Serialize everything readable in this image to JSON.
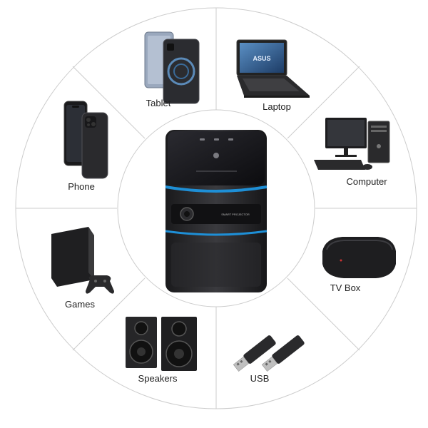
{
  "devices": [
    {
      "id": "tablet",
      "label": "Tablet",
      "icon": "tablet-icon"
    },
    {
      "id": "laptop",
      "label": "Laptop",
      "icon": "laptop-icon"
    },
    {
      "id": "computer",
      "label": "Computer",
      "icon": "desktop-computer-icon"
    },
    {
      "id": "tvbox",
      "label": "TV Box",
      "icon": "tv-box-icon"
    },
    {
      "id": "usb",
      "label": "USB",
      "icon": "usb-drive-icon"
    },
    {
      "id": "speakers",
      "label": "Speakers",
      "icon": "speaker-icon"
    },
    {
      "id": "games",
      "label": "Games",
      "icon": "game-console-icon"
    },
    {
      "id": "phone",
      "label": "Phone",
      "icon": "smartphone-icon"
    }
  ],
  "center": {
    "icon": "smart-projector-icon",
    "printed_text": "SMART PROJECTOR"
  },
  "laptop_brand": "ASUS",
  "colors": {
    "accent_blue": "#1e8fd6",
    "device_dark": "#1c1c1e",
    "divider": "#cccccc"
  }
}
